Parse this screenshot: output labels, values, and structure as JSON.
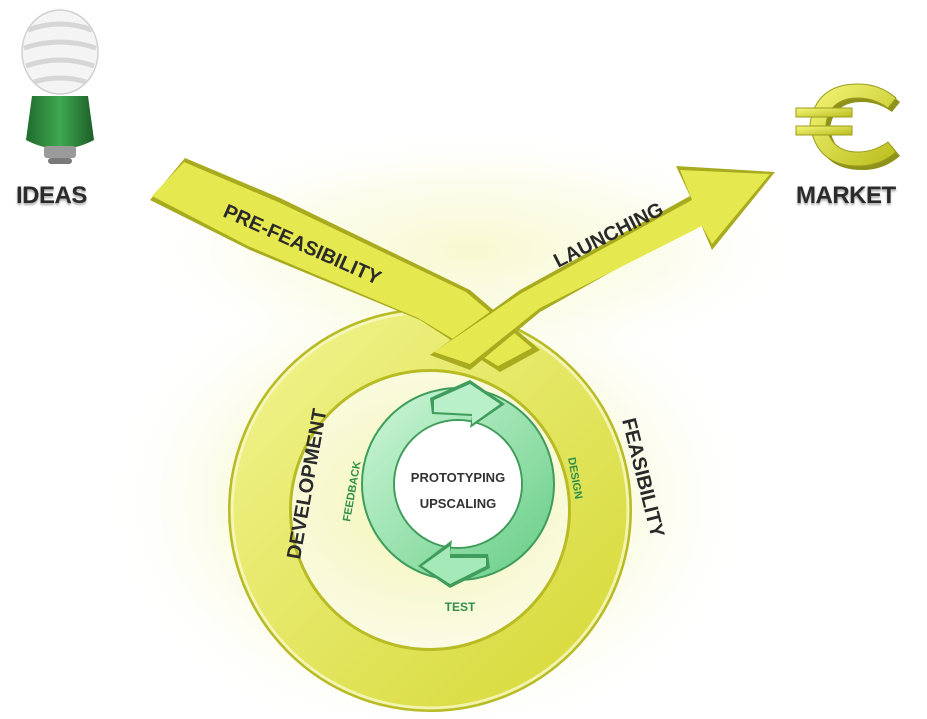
{
  "endpoints": {
    "ideas": "IDEAS",
    "market": "MARKET"
  },
  "stages": {
    "pre_feasibility": "PRE-FEASIBILITY",
    "launching": "LAUNCHING",
    "development": "DEVELOPMENT",
    "feasibility": "FEASIBILITY"
  },
  "inner_loop": {
    "feedback": "FEEDBACK",
    "design": "DESIGN",
    "test": "TEST"
  },
  "core": {
    "line1": "PROTOTYPING",
    "line2": "UPSCALING"
  },
  "icons": {
    "ideas": "lightbulb-icon",
    "market": "euro-icon"
  },
  "colors": {
    "arrow_yellow": "#e6e84f",
    "arrow_edge": "#a9ab1e",
    "cycle_green": "#8fe0a6",
    "cycle_edge": "#3f9c5c",
    "bulb_green": "#2e8b3e",
    "glow": "#f6f7c2"
  }
}
